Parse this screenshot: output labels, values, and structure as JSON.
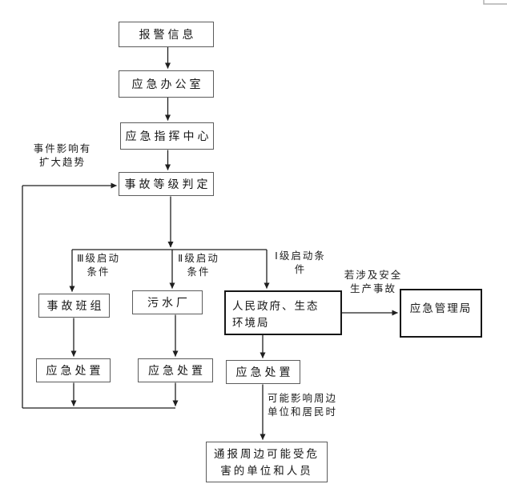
{
  "diagram": {
    "title": "emergency-response-flowchart",
    "nodes": {
      "alarm": {
        "label": "报警信息"
      },
      "office": {
        "label": "应急办公室"
      },
      "command": {
        "label": "应急指挥中心"
      },
      "grade": {
        "label": "事故等级判定"
      },
      "team": {
        "label": "事故班组"
      },
      "plant": {
        "label": "污水厂"
      },
      "gov": {
        "label": "人民政府、生态环境局"
      },
      "bureau": {
        "label": "应急管理局"
      },
      "disposal1": {
        "label": "应急处置"
      },
      "disposal2": {
        "label": "应急处置"
      },
      "disposal3": {
        "label": "应急处置"
      },
      "notify": {
        "label": "通报周边可能受危害的单位和人员"
      }
    },
    "edge_labels": {
      "expand_trend": "事件影响有\n扩大趋势",
      "level3": "Ⅲ级启动\n条件",
      "level2": "Ⅱ级启动\n条件",
      "level1": "Ⅰ级启动条\n件",
      "safety": "若涉及安全\n生产事故",
      "affect_nearby": "可能影响周边\n单位和居民时"
    },
    "colors": {
      "box_border": "#5c5c5c",
      "dark_box_border": "#161616",
      "connector": "#1f1f1f",
      "page_corner": "#b0b0b0",
      "background": "#ffffff"
    }
  }
}
